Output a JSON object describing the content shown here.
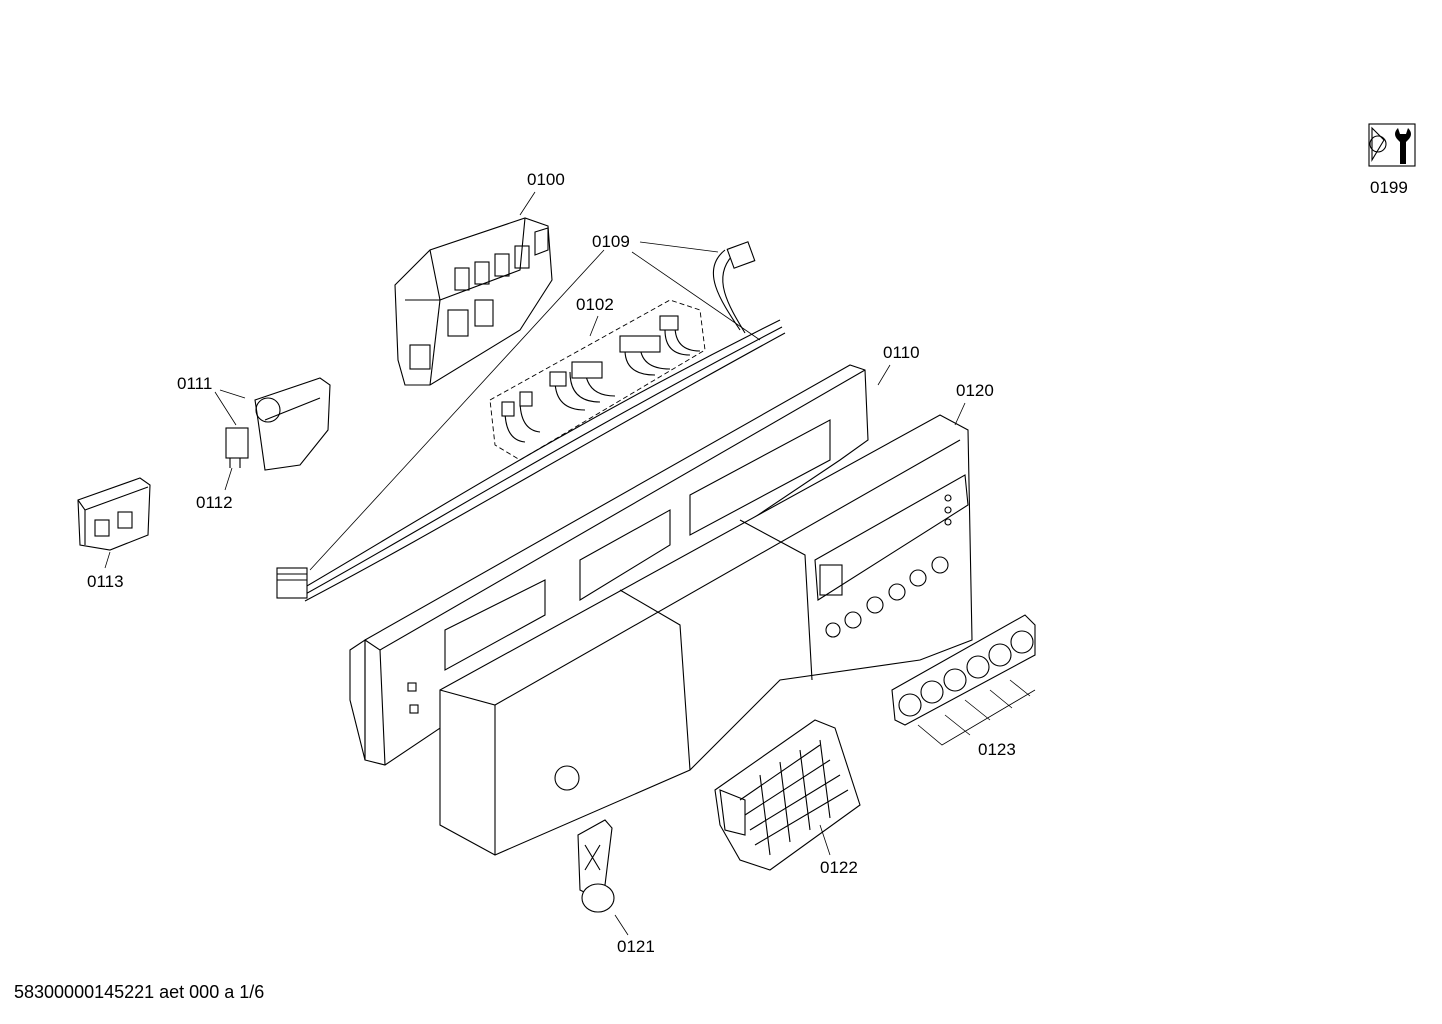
{
  "callouts": {
    "c0100": "0100",
    "c0109": "0109",
    "c0102": "0102",
    "c0110": "0110",
    "c0120": "0120",
    "c0111": "0111",
    "c0112": "0112",
    "c0113": "0113",
    "c0123": "0123",
    "c0122": "0122",
    "c0121": "0121",
    "c0199": "0199"
  },
  "footer": "58300000145221 aet 000 a 1/6",
  "icons": {
    "service": "wrench-nut-icon"
  }
}
